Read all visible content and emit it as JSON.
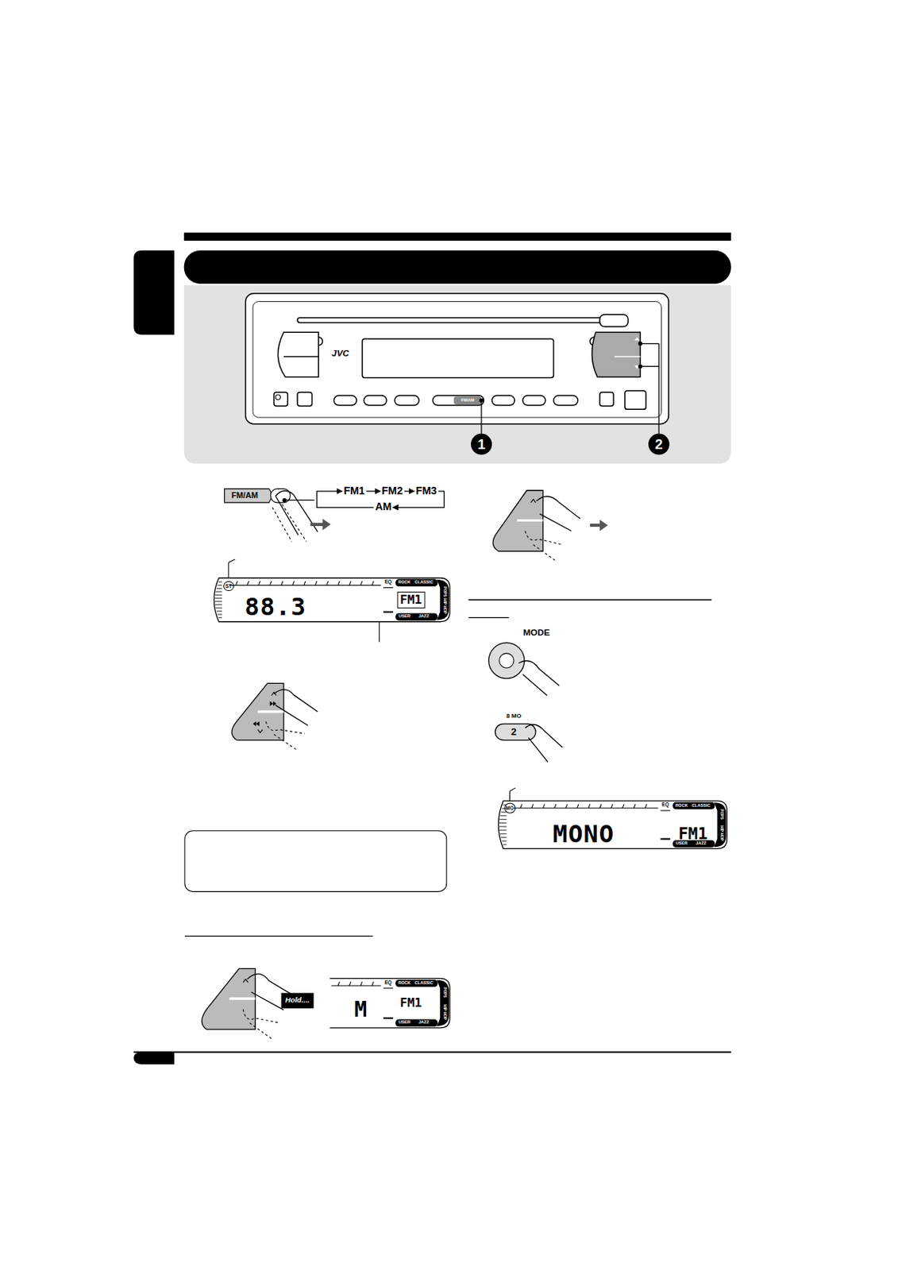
{
  "diagram": {
    "nodes": [
      {
        "text": [
          "FM1"
        ]
      },
      {
        "text": [
          "FM2"
        ]
      },
      {
        "text": [
          "FM3"
        ]
      },
      {
        "text": [
          "AM"
        ]
      }
    ],
    "edges": [
      {
        "from": 0,
        "to": 1,
        "arrow": "to"
      },
      {
        "from": 1,
        "to": 2,
        "arrow": "to"
      },
      {
        "from": 2,
        "to": 3,
        "arrow": "to"
      },
      {
        "from": 3,
        "to": 0,
        "arrow": "to"
      }
    ],
    "labels": [
      "JVC",
      "FM/AM",
      "1",
      "2",
      "FM/AM",
      "ST",
      "EQ",
      "ROCK",
      "CLASSIC",
      "POPS",
      "HIP HOP",
      "88.3",
      "FM1",
      "USER",
      "JAZZ",
      "Hold....",
      "EQ",
      "ROCK",
      "CLASSIC",
      "POPS",
      "HIP HOP",
      "M",
      "FM1",
      "USER",
      "JAZZ",
      "MODE",
      "8 MO",
      "2",
      "MO",
      "MONO",
      "EQ",
      "ROCK",
      "CLASSIC",
      "POPS",
      "HIP HOP",
      "FM1",
      "USER",
      "JAZZ"
    ]
  }
}
